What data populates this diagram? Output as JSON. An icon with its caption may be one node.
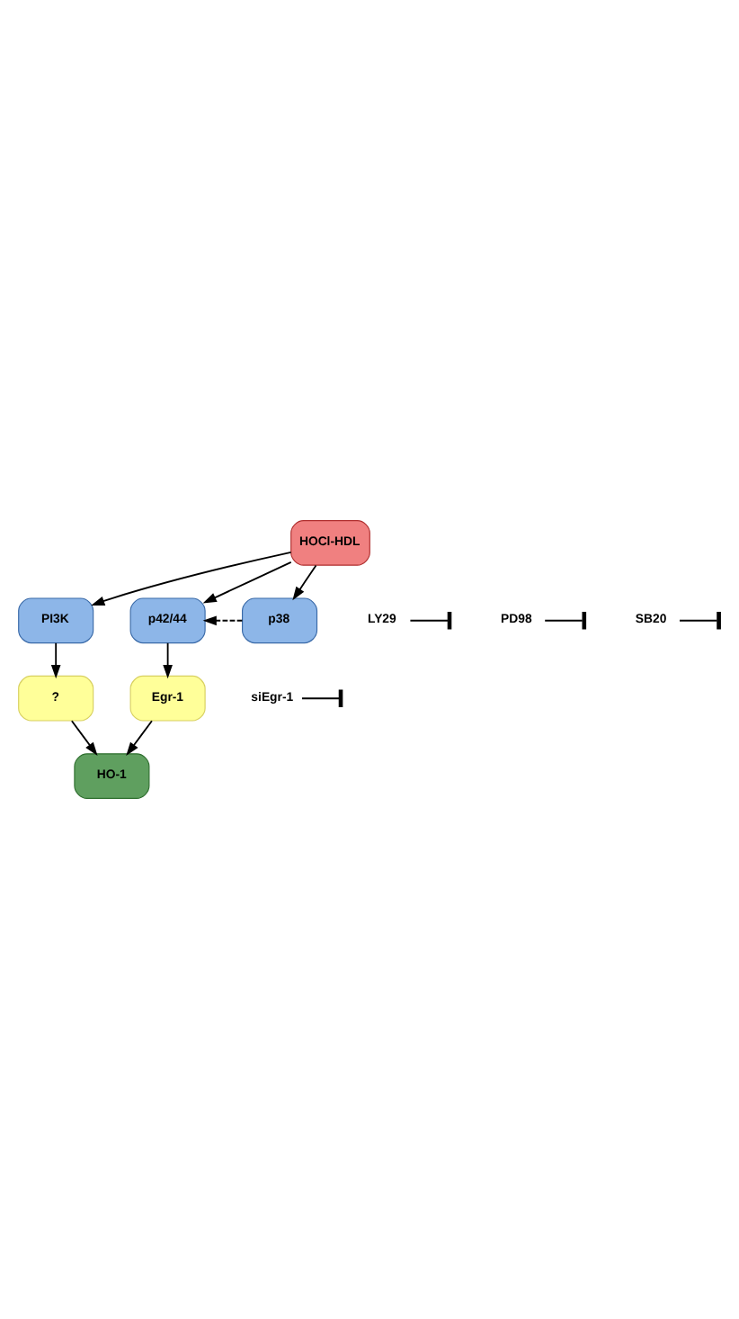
{
  "diagram": {
    "nodes": [
      {
        "text": [
          "HOCl-HDL"
        ]
      },
      {
        "text": [
          "PI3K"
        ]
      },
      {
        "text": [
          "p42/44"
        ]
      },
      {
        "text": [
          "p38"
        ]
      },
      {
        "text": [
          "?"
        ]
      },
      {
        "text": [
          "Egr-1"
        ]
      },
      {
        "text": [
          "HO-1"
        ]
      },
      {
        "text": [
          "LY29"
        ]
      },
      {
        "text": [
          "PD98"
        ]
      },
      {
        "text": [
          "SB20"
        ]
      },
      {
        "text": [
          "siEgr-1"
        ]
      }
    ],
    "edges": [
      {
        "from": 0,
        "to": 1,
        "arrow": "to"
      },
      {
        "from": 0,
        "to": 2,
        "arrow": "to"
      },
      {
        "from": 0,
        "to": 3,
        "arrow": "to"
      },
      {
        "from": 3,
        "to": 2,
        "arrow": "to",
        "style": "dashed"
      },
      {
        "from": 1,
        "to": 4,
        "arrow": "to"
      },
      {
        "from": 2,
        "to": 5,
        "arrow": "to"
      },
      {
        "from": 4,
        "to": 6,
        "arrow": "to"
      },
      {
        "from": 5,
        "to": 6,
        "arrow": "to"
      },
      {
        "from": 7,
        "to": null,
        "arrow": "other"
      },
      {
        "from": 8,
        "to": null,
        "arrow": "other"
      },
      {
        "from": 9,
        "to": null,
        "arrow": "other"
      },
      {
        "from": 10,
        "to": null,
        "arrow": "other"
      }
    ]
  }
}
